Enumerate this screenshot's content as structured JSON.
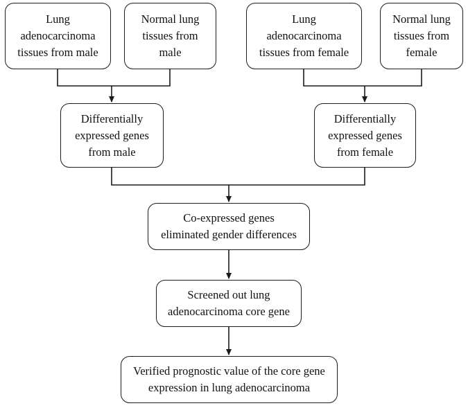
{
  "diagram": {
    "nodes": {
      "male_tumor": "Lung\nadenocarcinoma\ntissues from male",
      "male_normal": "Normal lung\ntissues from\nmale",
      "female_tumor": "Lung\nadenocarcinoma\ntissues from female",
      "female_normal": "Normal lung\ntissues from\nfemale",
      "deg_male": "Differentially\nexpressed genes\nfrom male",
      "deg_female": "Differentially\nexpressed genes\nfrom female",
      "coexpressed": "Co-expressed genes\neliminated gender differences",
      "screened": "Screened out lung\nadenocarcinoma core gene",
      "verified": "Verified prognostic value of the core gene\nexpression in lung adenocarcinoma"
    },
    "colors": {
      "line": "#1a1a1a",
      "text": "#111111",
      "background": "#ffffff"
    }
  }
}
